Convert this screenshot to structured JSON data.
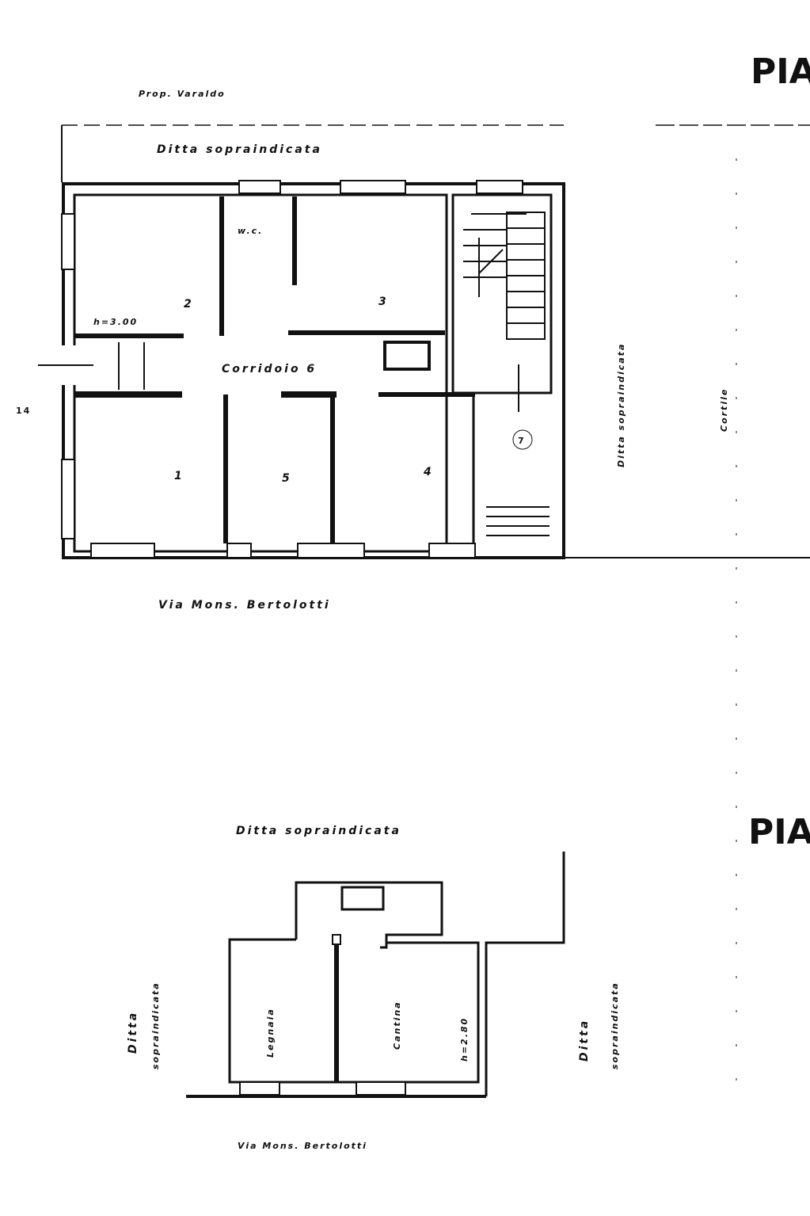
{
  "page_title_top": "PIA",
  "page_title_bottom": "PIA",
  "upper_plan": {
    "neighbor_top": "Prop. Varaldo",
    "top_label": "Ditta sopraindicata",
    "right_label": "Ditta sopraindicata",
    "courtyard": "Cortile",
    "street": "Via Mons. Bertolotti",
    "side_marker": "14",
    "rooms": {
      "r1": "1",
      "r2": "2",
      "r3": "3",
      "r4": "4",
      "r5": "5",
      "wc": "w.c.",
      "corridor": "Corridoio 6",
      "height": "h=3.00",
      "stair_mark": "7"
    }
  },
  "lower_plan": {
    "top_label": "Ditta sopraindicata",
    "left_label_1": "Ditta",
    "left_label_2": "sopraindicata",
    "right_label_1": "Ditta",
    "right_label_2": "sopraindicata",
    "street": "Via Mons. Bertolotti",
    "rooms": {
      "legnaia": "Legnaia",
      "cantina": "Cantina",
      "height": "h=2.80"
    }
  }
}
